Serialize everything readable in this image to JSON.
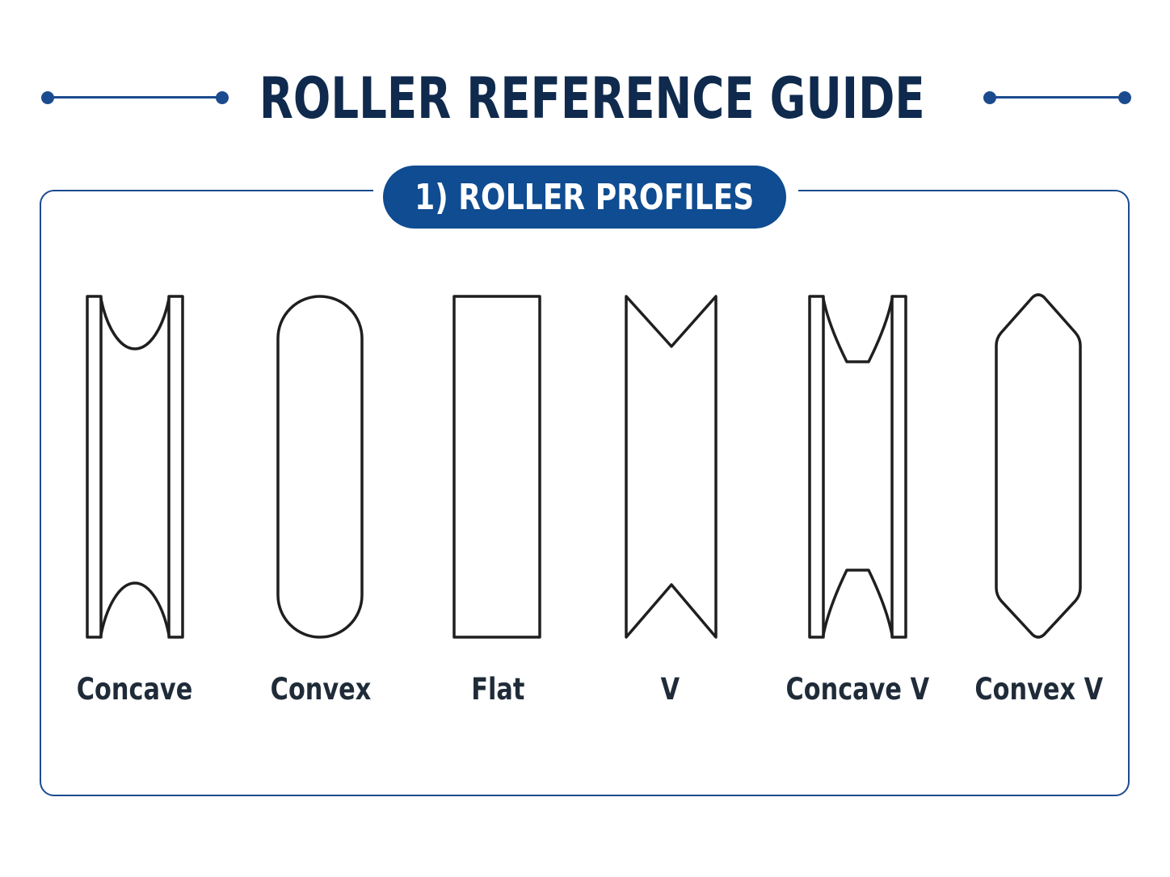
{
  "title": "ROLLER REFERENCE GUIDE",
  "section": {
    "label": "1) ROLLER PROFILES"
  },
  "profiles": [
    {
      "name": "Concave",
      "shape": "concave"
    },
    {
      "name": "Convex",
      "shape": "convex"
    },
    {
      "name": "Flat",
      "shape": "flat"
    },
    {
      "name": "V",
      "shape": "v"
    },
    {
      "name": "Concave V",
      "shape": "concave-v"
    },
    {
      "name": "Convex V",
      "shape": "convex-v"
    }
  ],
  "colors": {
    "title": "#0f2a4d",
    "accent": "#1b4b8f",
    "pill": "#0f4c91",
    "outline": "#1f1f1f",
    "label": "#1f2b38"
  }
}
